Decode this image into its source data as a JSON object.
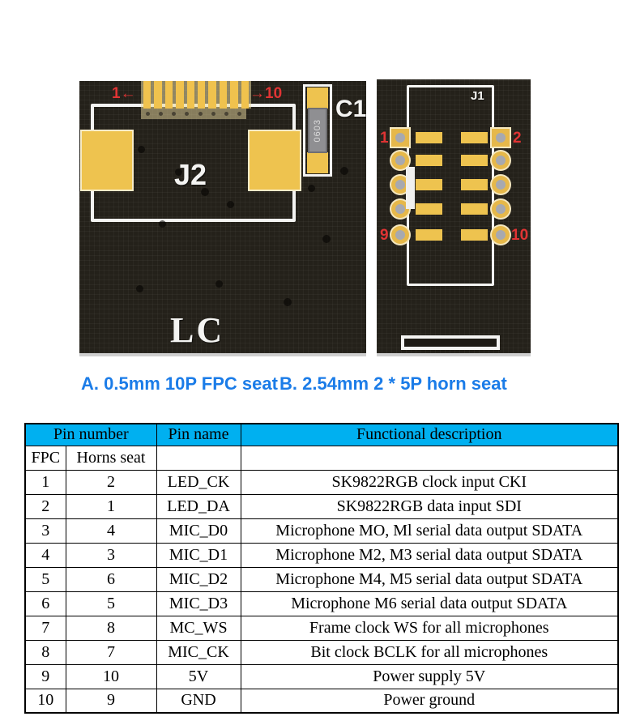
{
  "colors": {
    "accent_blue": "#1b7ce8",
    "table_header_cyan": "#00b0f0",
    "pcb_pad_yellow": "#eec34f",
    "silkscreen_white": "#f4f4f2",
    "pin_label_red": "#e03434",
    "board_background": "#24211a"
  },
  "board_a": {
    "connector_refdes": "J2",
    "pin_first_label": "1←",
    "pin_last_label": "→10",
    "capacitor_refdes": "C1",
    "capacitor_marking": "0603",
    "logo_text": "LC"
  },
  "board_b": {
    "connector_refdes": "J1",
    "pin1_label": "1",
    "pin2_label": "2",
    "pin9_label": "9",
    "pin10_label": "10"
  },
  "captions": {
    "a": "A. 0.5mm 10P FPC seat",
    "b": "B. 2.54mm 2 * 5P horn seat"
  },
  "table": {
    "header": {
      "pin_number": "Pin number",
      "pin_name": "Pin name",
      "description": "Functional description"
    },
    "subheader": {
      "fpc": "FPC",
      "horns": "Horns seat"
    },
    "rows": [
      {
        "fpc": "1",
        "horn": "2",
        "name": "LED_CK",
        "desc": "SK9822RGB clock input CKI"
      },
      {
        "fpc": "2",
        "horn": "1",
        "name": "LED_DA",
        "desc": "SK9822RGB data input SDI"
      },
      {
        "fpc": "3",
        "horn": "4",
        "name": "MIC_D0",
        "desc": "Microphone MO, Ml serial data output SDATA"
      },
      {
        "fpc": "4",
        "horn": "3",
        "name": "MIC_D1",
        "desc": "Microphone M2, M3 serial data output SDATA"
      },
      {
        "fpc": "5",
        "horn": "6",
        "name": "MIC_D2",
        "desc": "Microphone M4, M5 serial data output SDATA"
      },
      {
        "fpc": "6",
        "horn": "5",
        "name": "MIC_D3",
        "desc": "Microphone M6 serial data output SDATA"
      },
      {
        "fpc": "7",
        "horn": "8",
        "name": "MC_WS",
        "desc": "Frame clock WS for all microphones"
      },
      {
        "fpc": "8",
        "horn": "7",
        "name": "MIC_CK",
        "desc": "Bit clock BCLK for all microphones"
      },
      {
        "fpc": "9",
        "horn": "10",
        "name": "5V",
        "desc": "Power supply 5V"
      },
      {
        "fpc": "10",
        "horn": "9",
        "name": "GND",
        "desc": "Power ground"
      }
    ]
  }
}
